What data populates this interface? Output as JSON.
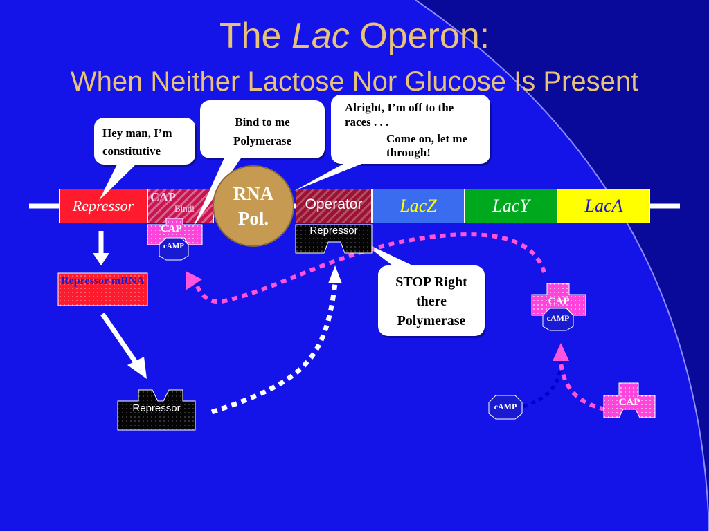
{
  "title": {
    "prefix": "The",
    "italic": "Lac",
    "suffix": "Operon:"
  },
  "subtitle": "When Neither Lactose Nor Glucose Is Present",
  "bubbles": {
    "constitutive": "Hey man, I’m constitutive",
    "bind": "Bind to me Polymerase",
    "races_line1": "Alright, I’m off to the races . . .",
    "races_line2": "Come on,  let me through!",
    "stop": "STOP Right there Polymerase"
  },
  "genes": {
    "repressor": "Repressor",
    "cap_site": "CAP",
    "cap_site_sub": "Bindi",
    "operator": "Operator",
    "lacz": "LacZ",
    "lacy": "LacY",
    "laca": "LacA"
  },
  "rna_pol": {
    "line1": "RNA",
    "line2": "Pol."
  },
  "repressor_mrna": "Repressor mRNA",
  "repressor_protein": "Repressor",
  "cap_label": "CAP",
  "camp_label": "cAMP",
  "colors": {
    "background": "#1414e8",
    "title": "#e8c27a",
    "repressor_gene": "#ff1a2e",
    "cap_site": "#c81450",
    "operator": "#9b1233",
    "lacz": "#3a6cf0",
    "lacy": "#00a81e",
    "laca": "#ffff00",
    "cap_protein": "#ff44dd",
    "camp": "#1a1ad0",
    "dashed_pink": "#ff55dd",
    "dashed_white": "#ffffff",
    "rna_pol": "#c79a52"
  }
}
